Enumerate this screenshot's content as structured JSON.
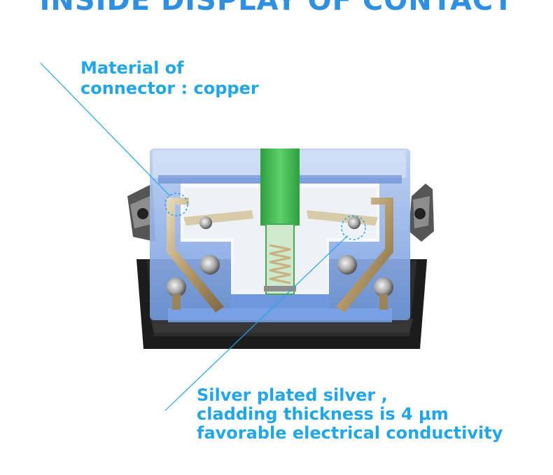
{
  "header": {
    "title": "INSIDE DISPLAY OF CONTACT"
  },
  "callouts": {
    "material": {
      "line1": "Material of",
      "line2": "connector : copper"
    },
    "plating": {
      "line1": "Silver plated silver ,",
      "line2": "cladding thickness is 4 μm",
      "line3": "favorable electrical conductivity"
    }
  },
  "colors": {
    "accent": "#22a6e8",
    "title": "#2f8fe0",
    "housing_blue": "#7aa3e6",
    "spring_green": "#39b54a",
    "contact_copper": "#b59a6a",
    "base_black": "#1f1f1f"
  }
}
